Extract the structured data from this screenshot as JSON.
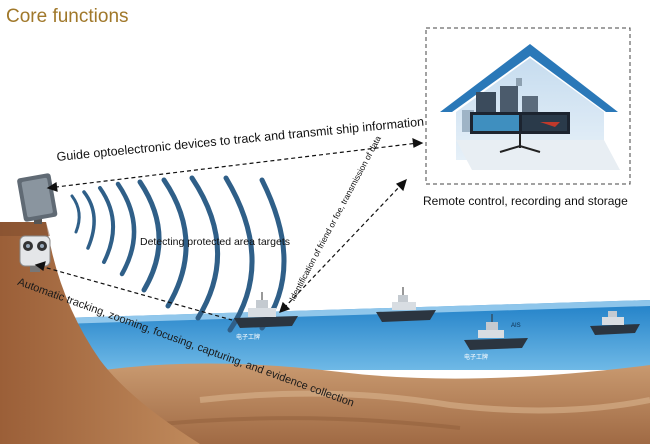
{
  "title": "Core functions",
  "labels": {
    "guide": "Guide optoelectronic devices to track and transmit ship information",
    "detecting": "Detecting protected area targets",
    "remote": "Remote control, recording and storage",
    "identification": "Identification of friend or foe, transmission of data",
    "automatic": "Automatic tracking, zooming, focusing, capturing, and evidence collection"
  },
  "ships": [
    {
      "tag": "电子工牌"
    },
    {
      "tag": "AIS"
    },
    {
      "tag": "电子工牌"
    }
  ],
  "colors": {
    "title": "#a0782a",
    "sea": "#2a85c8",
    "cliff": "#a86f45",
    "seabed": "#b9855c",
    "house_roof": "#2a78b8",
    "wave": "#2f5f88"
  },
  "icons": [
    "radar-device-icon",
    "camera-icon",
    "monitoring-room-icon",
    "ship-icon"
  ]
}
